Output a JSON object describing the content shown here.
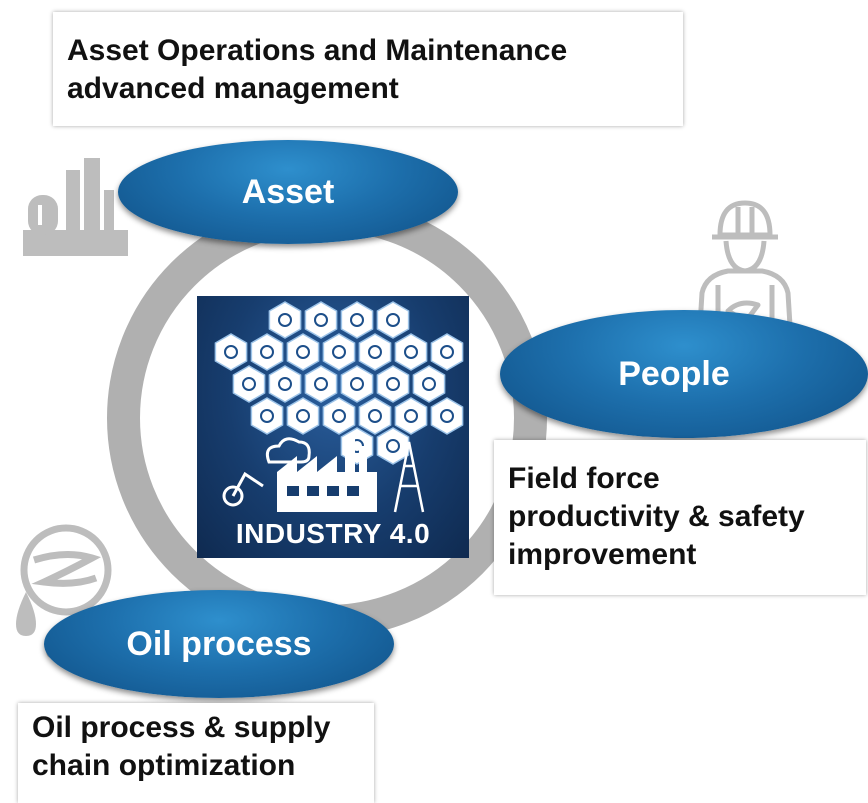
{
  "colors": {
    "pill": "#1d6fac",
    "ring": "#b0b0b0",
    "icon_gray": "#bdbdbd",
    "panel": "#173d6e"
  },
  "asset": {
    "callout_lines": [
      "Asset Operations and Maintenance",
      "advanced management"
    ],
    "pill_label": "Asset",
    "icon": "industrial-plant-icon"
  },
  "people": {
    "pill_label": "People",
    "callout_lines": [
      "Field force",
      "productivity & safety",
      "improvement"
    ],
    "icon": "field-worker-icon"
  },
  "oil": {
    "pill_label": "Oil process",
    "callout_lines": [
      "Oil process & supply",
      "chain optimization"
    ],
    "icon": "oil-drop-icon"
  },
  "center": {
    "caption": "INDUSTRY 4.0",
    "icon": "industry-4-graphic"
  }
}
